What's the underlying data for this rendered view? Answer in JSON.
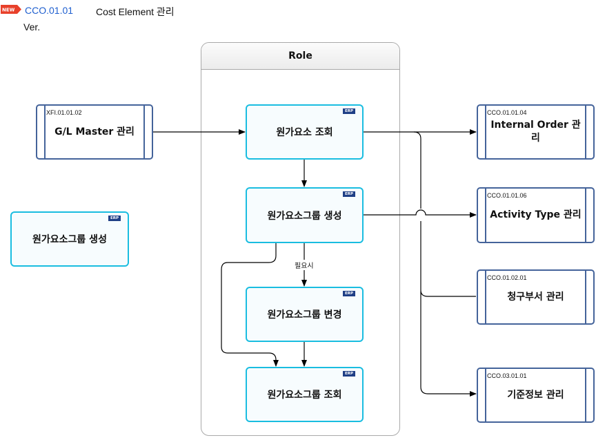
{
  "header": {
    "badge": "NEW",
    "code": "CCO.01.01",
    "title": "Cost Element 관리",
    "version_label": "Ver."
  },
  "role": {
    "title": "Role"
  },
  "steps": {
    "erp_tag": "ERP",
    "element_query": "원가요소 조회",
    "group_create": "원가요소그룹 생성",
    "group_change": "원가요소그룹 변경",
    "group_query": "원가요소그룹 조회",
    "standalone_group_create": "원가요소그룹 생성"
  },
  "condition_label": "필요시",
  "external": {
    "gl_master": {
      "code": "XFI.01.01.02",
      "label": "G/L Master 관리"
    },
    "internal_order": {
      "code": "CCO.01.01.04",
      "label": "Internal Order 관\n리"
    },
    "activity_type": {
      "code": "CCO.01.01.06",
      "label": "Activity Type 관리"
    },
    "billing_dept": {
      "code": "CCO.01.02.01",
      "label": "청구부서 관리"
    },
    "master_info": {
      "code": "CCO.03.01.01",
      "label": "기준정보 관리"
    }
  },
  "colors": {
    "step_border": "#19bde0",
    "process_border": "#44639a",
    "erp_badge": "#1f3f86",
    "header_code": "#1f5fcf",
    "new_badge": "#e8402a"
  }
}
